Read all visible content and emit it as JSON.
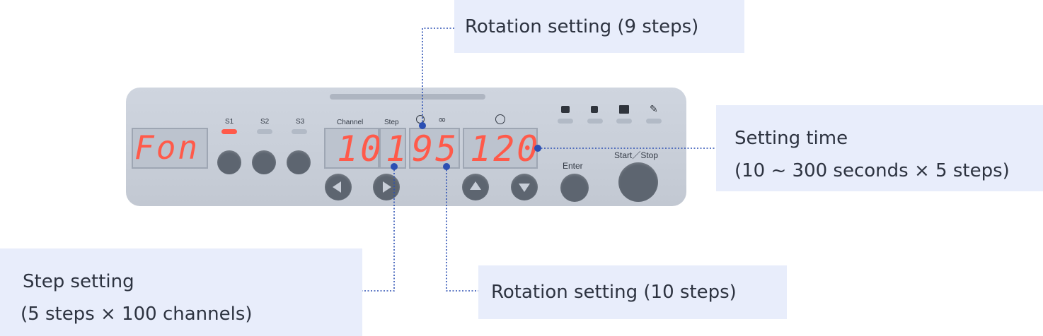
{
  "callouts": {
    "rotation_9": "Rotation setting (9 steps)",
    "setting_time_line1": "Setting time",
    "setting_time_line2": "(10 ~ 300 seconds × 5 steps)",
    "step_line1": "Step setting",
    "step_line2": "(5 steps × 100 channels)",
    "rotation_10": "Rotation setting (10 steps)"
  },
  "panel": {
    "mode_display": "Fon",
    "channel_display": "10",
    "step_display": "1",
    "rotation_display": "95",
    "time_display": "120",
    "labels": {
      "s1": "S1",
      "s2": "S2",
      "s3": "S3",
      "channel": "Channel",
      "step": "Step",
      "enter": "Enter",
      "start_stop": "Start／Stop"
    },
    "icons": [
      "lock-icon",
      "unlock-icon",
      "cartridge-icon",
      "wrench-icon",
      "clock-icon",
      "rotation-icon",
      "infinity-icon"
    ]
  },
  "colors": {
    "callout_bg": "#e8edfb",
    "panel_bg": "#c8ced8",
    "segment_red": "#ff5a4a",
    "leader_line": "#2b4fb3"
  }
}
